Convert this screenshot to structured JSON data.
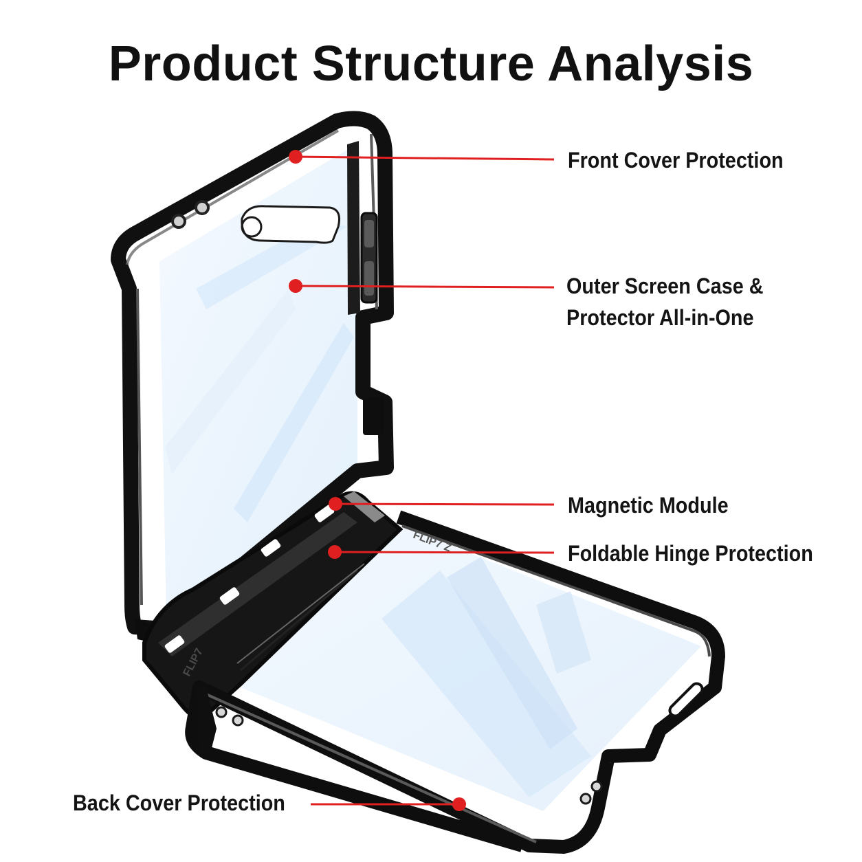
{
  "title": "Product Structure Analysis",
  "callouts": {
    "front_cover": "Front Cover Protection",
    "outer_screen_line1": "Outer Screen Case &",
    "outer_screen_line2": "Protector All-in-One",
    "magnetic_module": "Magnetic Module",
    "hinge": "Foldable Hinge Protection",
    "back_cover": "Back Cover Protection"
  },
  "engraving": {
    "hinge_text": "FLIP7",
    "inner_text": "FLIP7 Z"
  },
  "colors": {
    "accent": "#e02020",
    "frame": "#141414",
    "glass_tint": "#d6e9fa",
    "text": "#141414"
  }
}
